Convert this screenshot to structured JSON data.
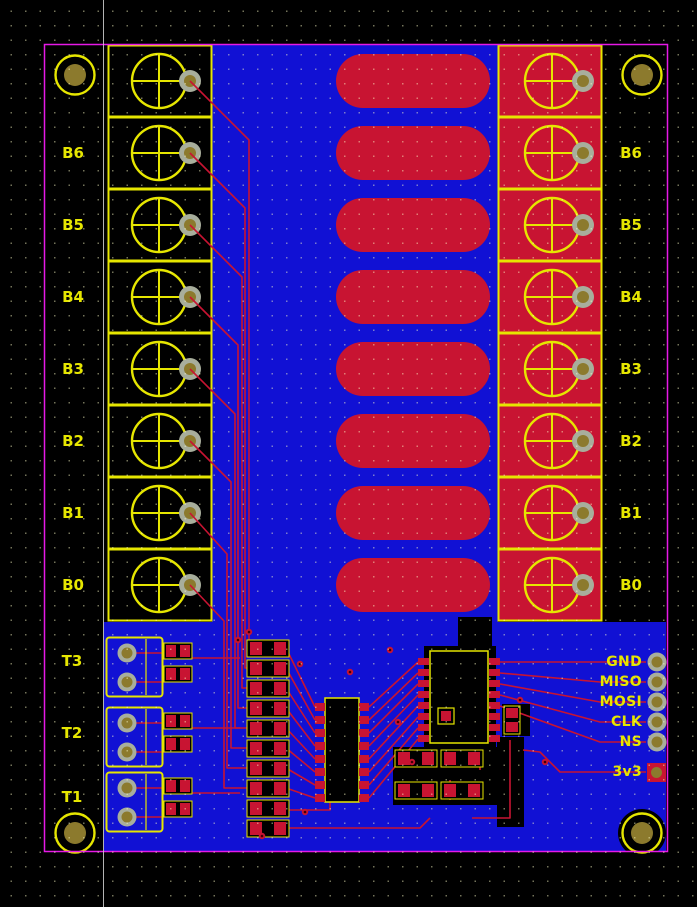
{
  "labels": {
    "channels": [
      "B6",
      "B5",
      "B4",
      "B3",
      "B2",
      "B1",
      "B0"
    ],
    "connectors": [
      "T3",
      "T2",
      "T1"
    ],
    "header_pins": [
      "GND",
      "MISO",
      "MOSI",
      "CLK",
      "NS",
      "3v3"
    ]
  },
  "colors": {
    "background": "#000000",
    "board_outline": "#e619e6",
    "copper_blue": "#1111d4",
    "copper_red": "#c81432",
    "silkscreen_yellow": "#e6e600",
    "pad_ring": "#a8ae9c",
    "pad_gold": "#8c7a2d",
    "grid_axis_line": "#d2d2d2"
  }
}
